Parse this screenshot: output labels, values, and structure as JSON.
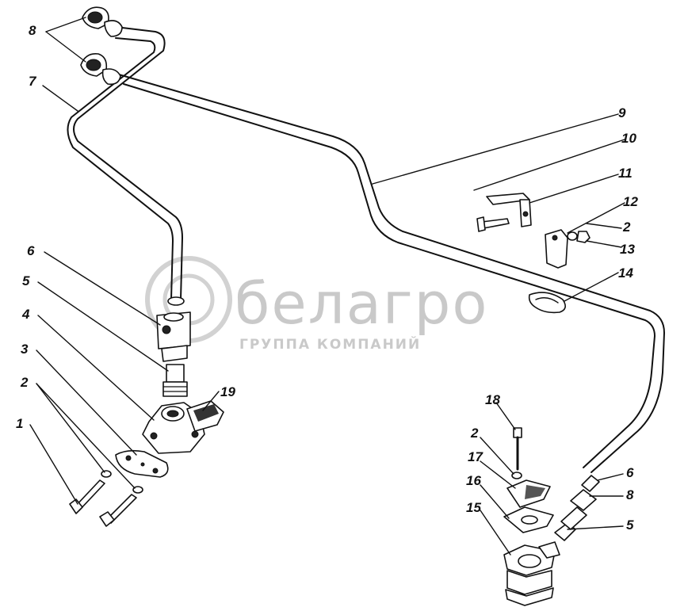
{
  "diagram": {
    "callouts": {
      "c1": "1",
      "c2a": "2",
      "c3": "3",
      "c4": "4",
      "c5a": "5",
      "c6a": "6",
      "c7": "7",
      "c8a": "8",
      "c9": "9",
      "c10": "10",
      "c11": "11",
      "c12": "12",
      "c2b": "2",
      "c13": "13",
      "c14": "14",
      "c18": "18",
      "c2c": "2",
      "c17": "17",
      "c16": "16",
      "c15": "15",
      "c6b": "6",
      "c8b": "8",
      "c5b": "5",
      "c19": "19"
    }
  },
  "watermark": {
    "name": "белагро",
    "subtitle": "ГРУППА КОМПАНИЙ"
  }
}
